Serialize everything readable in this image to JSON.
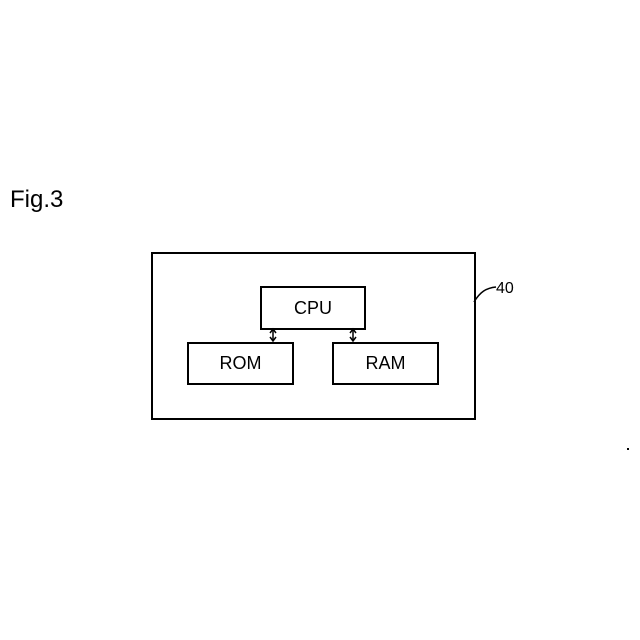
{
  "figure": {
    "label": "Fig.3",
    "reference_numeral": "40"
  },
  "blocks": {
    "cpu": "CPU",
    "rom": "ROM",
    "ram": "RAM"
  },
  "connections": [
    {
      "from": "CPU",
      "to": "ROM",
      "type": "bidirectional"
    },
    {
      "from": "CPU",
      "to": "RAM",
      "type": "bidirectional"
    }
  ]
}
